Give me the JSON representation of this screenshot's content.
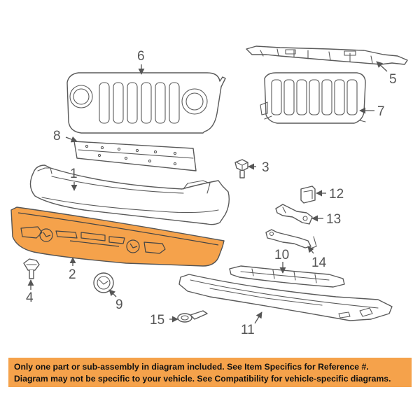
{
  "callouts": {
    "c1": "1",
    "c2": "2",
    "c3": "3",
    "c4": "4",
    "c5": "5",
    "c6": "6",
    "c7": "7",
    "c8": "8",
    "c9": "9",
    "c10": "10",
    "c11": "11",
    "c12": "12",
    "c13": "13",
    "c14": "14",
    "c15": "15"
  },
  "disclaimer": {
    "line1": "Only one part or sub-assembly in diagram included. See Item Specifics for Reference #.",
    "line2": "Diagram may not be specific to your vehicle. See Compatibility for vehicle-specific diagrams."
  },
  "colors": {
    "highlight": "#f5a24b",
    "line": "#5a5a5a",
    "background": "#ffffff"
  }
}
